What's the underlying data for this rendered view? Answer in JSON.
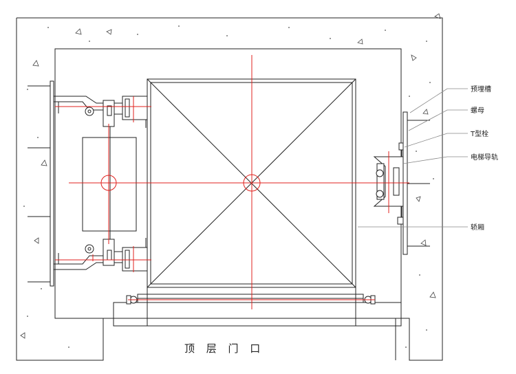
{
  "labels": {
    "embedded_channel": "预埋槽",
    "nut": "螺母",
    "t_bolt": "T型栓",
    "guide_rail": "电梯导轨",
    "car": "轿厢"
  },
  "door_label": "顶 层 门 口",
  "colors": {
    "line": "#222222",
    "centerline": "#e0201c",
    "leader": "#888888"
  }
}
